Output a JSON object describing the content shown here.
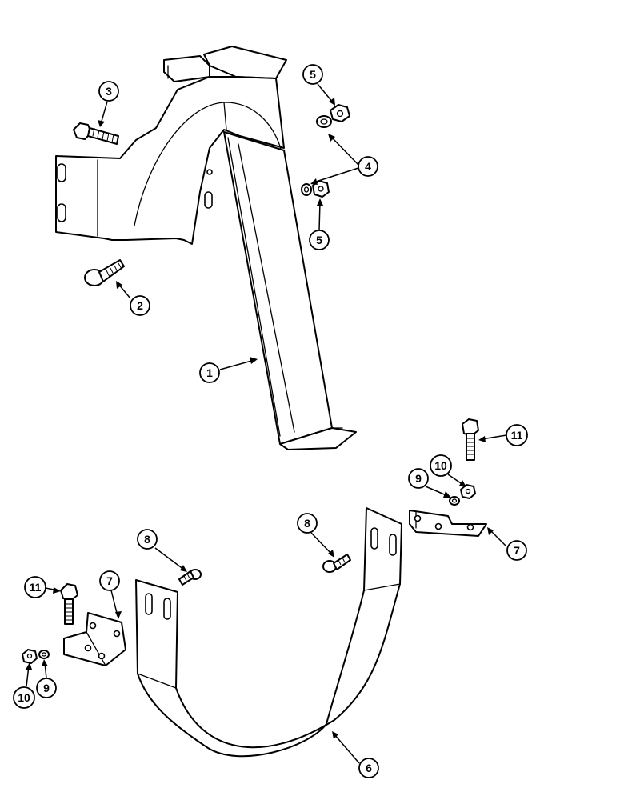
{
  "diagram": {
    "callouts": [
      {
        "id": "c1",
        "label": "1"
      },
      {
        "id": "c2",
        "label": "2"
      },
      {
        "id": "c3",
        "label": "3"
      },
      {
        "id": "c4",
        "label": "4"
      },
      {
        "id": "c5a",
        "label": "5"
      },
      {
        "id": "c5b",
        "label": "5"
      },
      {
        "id": "c6",
        "label": "6"
      },
      {
        "id": "c7a",
        "label": "7"
      },
      {
        "id": "c7b",
        "label": "7"
      },
      {
        "id": "c8a",
        "label": "8"
      },
      {
        "id": "c8b",
        "label": "8"
      },
      {
        "id": "c9a",
        "label": "9"
      },
      {
        "id": "c9b",
        "label": "9"
      },
      {
        "id": "c10a",
        "label": "10"
      },
      {
        "id": "c10b",
        "label": "10"
      },
      {
        "id": "c11a",
        "label": "11"
      },
      {
        "id": "c11b",
        "label": "11"
      }
    ]
  }
}
